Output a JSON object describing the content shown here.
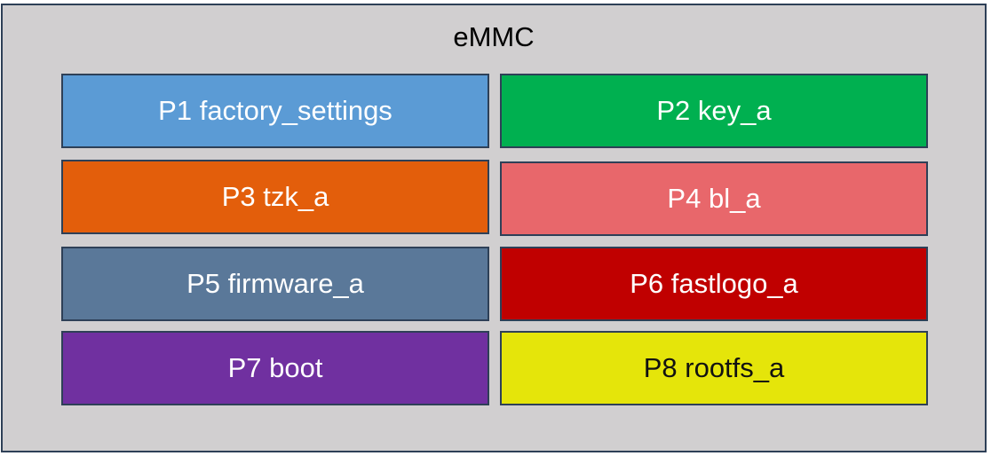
{
  "container": {
    "title": "eMMC",
    "color": "#d1cfd0"
  },
  "partitions": [
    {
      "label": "P1 factory_settings",
      "color": "#5b9bd5"
    },
    {
      "label": "P2 key_a",
      "color": "#00b050"
    },
    {
      "label": "P3 tzk_a",
      "color": "#e35e0b"
    },
    {
      "label": "P4 bl_a",
      "color": "#e8676b"
    },
    {
      "label": "P5 firmware_a",
      "color": "#5a7899"
    },
    {
      "label": "P6 fastlogo_a",
      "color": "#c00000"
    },
    {
      "label": "P7 boot",
      "color": "#7030a0"
    },
    {
      "label": "P8 rootfs_a",
      "color": "#e5e50a"
    }
  ]
}
